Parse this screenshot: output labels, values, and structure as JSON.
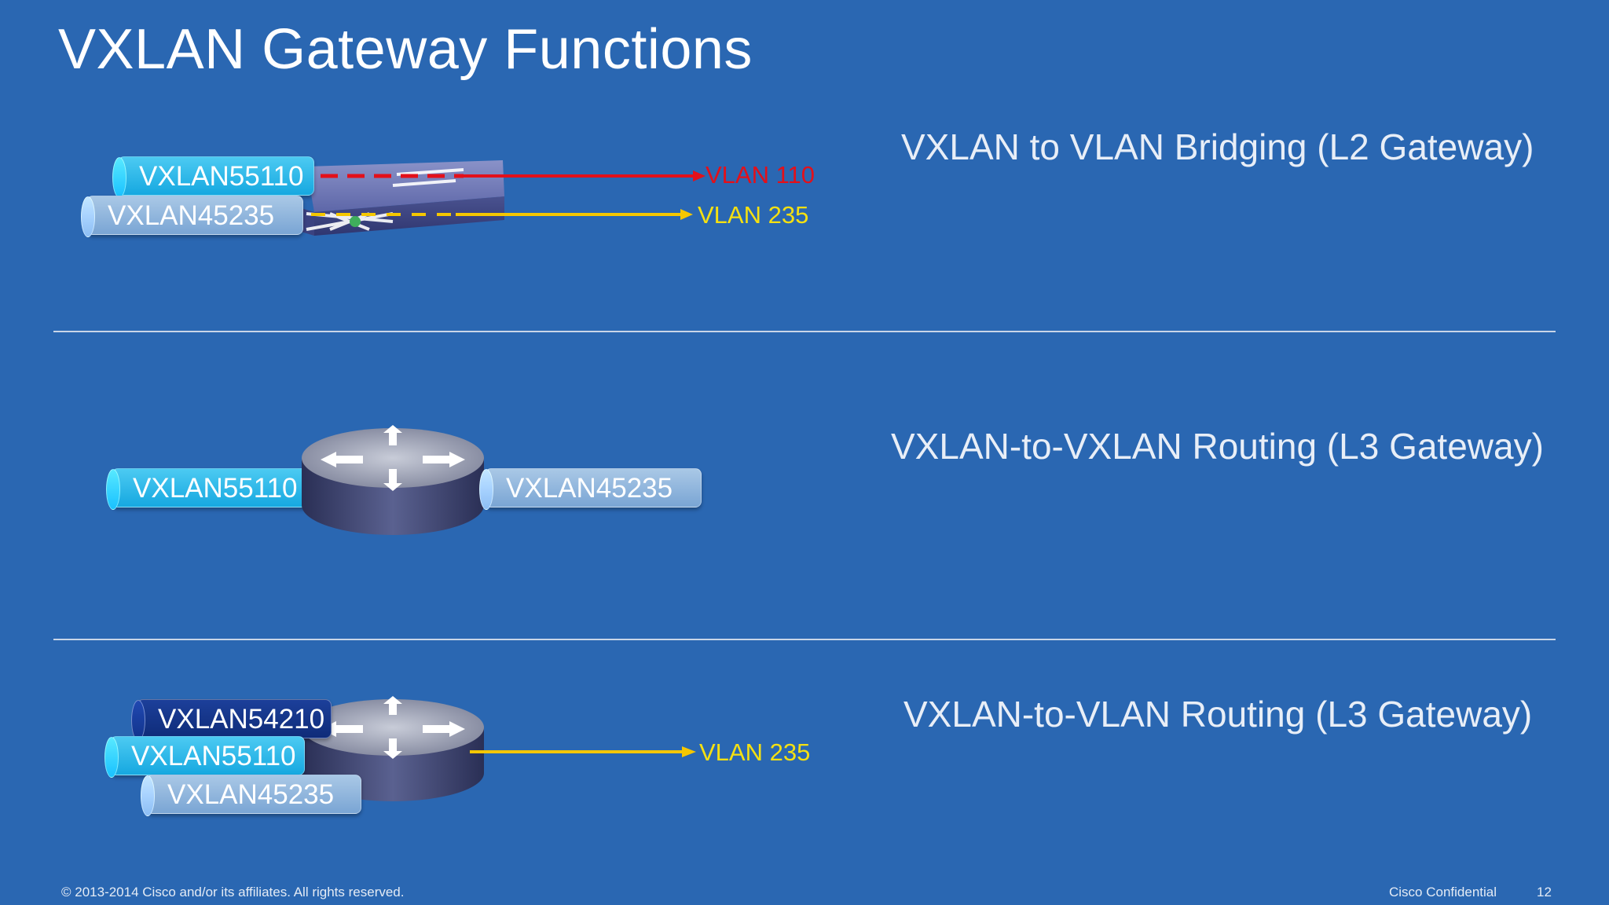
{
  "title": "VXLAN Gateway Functions",
  "sections": [
    {
      "label": "VXLAN to VLAN Bridging (L2 Gateway)",
      "vxlans": [
        "VXLAN55110",
        "VXLAN45235"
      ],
      "vlans": [
        "VLAN 110",
        "VLAN 235"
      ]
    },
    {
      "label": "VXLAN-to-VXLAN Routing (L3 Gateway)",
      "vxlans": [
        "VXLAN55110",
        "VXLAN45235"
      ]
    },
    {
      "label": "VXLAN-to-VLAN Routing (L3 Gateway)",
      "vxlans": [
        "VXLAN54210",
        "VXLAN55110",
        "VXLAN45235"
      ],
      "vlans": [
        "VLAN 235"
      ]
    }
  ],
  "footer": {
    "copyright": "© 2013-2014  Cisco and/or its affiliates. All rights reserved.",
    "confidential": "Cisco Confidential",
    "page_number": "12"
  },
  "colors": {
    "background": "#2a67b2",
    "vlan_red": "#e3101a",
    "vlan_yellow": "#f5e011",
    "vxlan_cyan": "#1fb2e6",
    "vxlan_light": "#8fb5dd",
    "vxlan_navy": "#15378a"
  }
}
